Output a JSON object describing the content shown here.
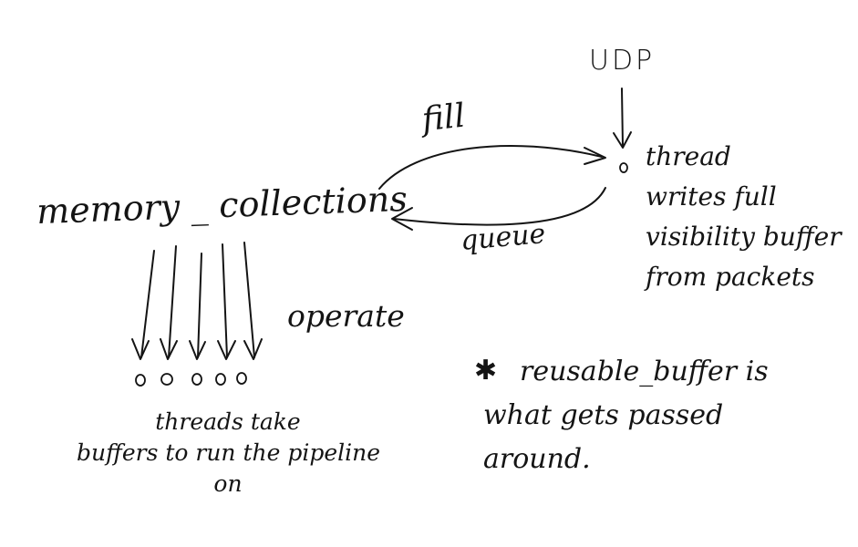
{
  "labels": {
    "udp": "UDP",
    "fill": "fill",
    "queue": "queue",
    "memory_collections": "memory _ collections",
    "operate": "operate"
  },
  "udp_thread_note": [
    "thread",
    "writes full",
    "visibility buffer",
    "from packets"
  ],
  "worker_threads_note": [
    "threads take",
    "buffers to run the pipeline",
    "on"
  ],
  "footnote": {
    "marker": "✱",
    "lines": [
      "reusable_buffer is",
      "what gets passed",
      "around."
    ]
  },
  "colors": {
    "ink": "#141414",
    "paper": "#ffffff"
  },
  "icons": {
    "udp_arrow": "arrow-down-icon",
    "fill_arrow": "arrow-right-icon",
    "queue_arrow": "arrow-left-icon",
    "operate_arrows": "arrow-down-icon",
    "thread_marker": "circle-icon"
  }
}
